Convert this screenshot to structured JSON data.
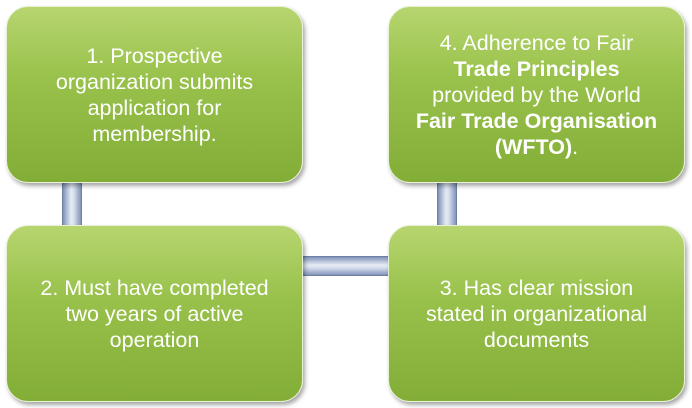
{
  "steps": [
    {
      "id": "step-1",
      "lines": [
        "1. Prospective",
        "organization submits",
        "application for",
        "membership."
      ]
    },
    {
      "id": "step-2",
      "lines": [
        "2. Must have completed",
        "two years of active",
        "operation"
      ]
    },
    {
      "id": "step-3",
      "lines": [
        "3. Has clear mission",
        "stated in organizational",
        "documents"
      ]
    },
    {
      "id": "step-4",
      "line1": "4. Adherence to Fair",
      "line2_bold": "Trade Principles",
      "line3": "provided by the World",
      "line4_bold": "Fair Trade Organisation",
      "line5_bold": "(WFTO)",
      "line5_tail": "."
    }
  ],
  "colors": {
    "box_fill_top": "#b7d56f",
    "box_fill_bottom": "#82ad36",
    "connector": "#8194b9",
    "text": "#ffffff"
  }
}
